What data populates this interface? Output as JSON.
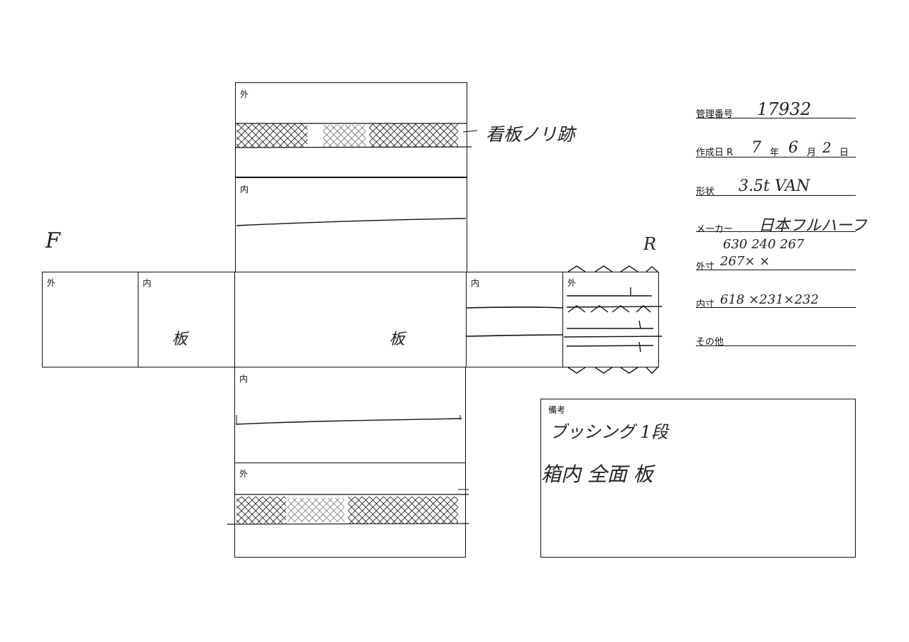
{
  "net": {
    "top_flap_label": "外",
    "top_flap_note": "看板ノリ跡",
    "top_inner_label": "内",
    "left_outer_label": "外",
    "left_inner_label": "内",
    "left_inner_text": "板",
    "center_text": "板",
    "right_inner_label": "内",
    "right_outer_label": "外",
    "bottom_inner_label": "内",
    "bottom_outer_label": "外",
    "front_mark": "F",
    "rear_mark": "R"
  },
  "info": {
    "mgmt_label": "管理番号",
    "mgmt_value": "17932",
    "date_label_prefix": "作成日 R",
    "date_year": "7",
    "date_year_unit": "年",
    "date_month": "6",
    "date_month_unit": "月",
    "date_day": "2",
    "date_day_unit": "日",
    "shape_label": "形状",
    "shape_value": "3.5t VAN",
    "maker_label": "メーカー",
    "maker_value": "日本フルハーフ",
    "outer_dims_above": "630  240  267",
    "outer_label": "外寸",
    "outer_value": "267×      ×",
    "inner_label": "内寸",
    "inner_value": "618 ×231×232",
    "other_label": "その他"
  },
  "remarks": {
    "label": "備考",
    "line1": "ブッシング 1段",
    "line2": "箱内 全面 板"
  }
}
